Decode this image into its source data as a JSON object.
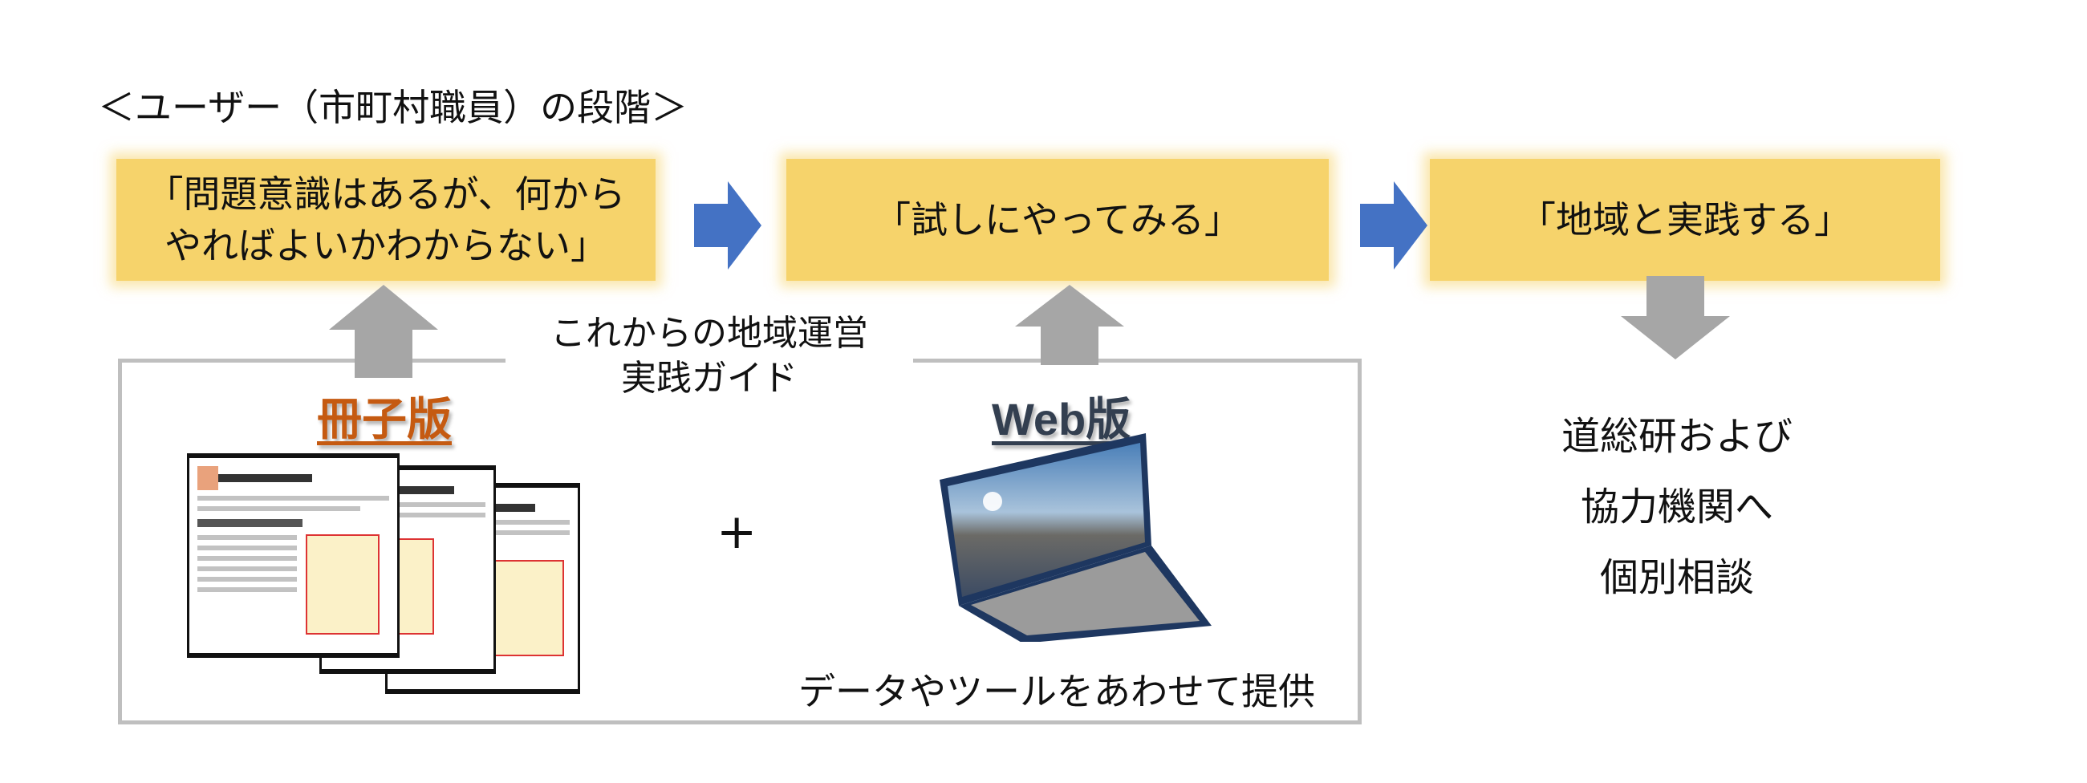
{
  "title": "＜ユーザー（市町村職員）の段階＞",
  "stages": [
    {
      "lines": [
        "「問題意識はあるが、何から",
        "やればよいかわからない」"
      ]
    },
    {
      "lines": [
        "「試しにやってみる」"
      ]
    },
    {
      "lines": [
        "「地域と実践する」"
      ]
    }
  ],
  "guide": {
    "lines": [
      "これからの地域運営",
      "実践ガイド"
    ]
  },
  "booklet_label": "冊子版",
  "web_label": "Web版",
  "plus": "+",
  "provide_text": "データやツールをあわせて提供",
  "consult": {
    "lines": [
      "道総研および",
      "協力機関へ",
      "個別相談"
    ]
  },
  "colors": {
    "stage": "#f6d36b",
    "flow_arrow": "#4472c4",
    "up_arrow": "#a6a6a6",
    "booklet": "#c55a11",
    "web": "#333f50"
  }
}
